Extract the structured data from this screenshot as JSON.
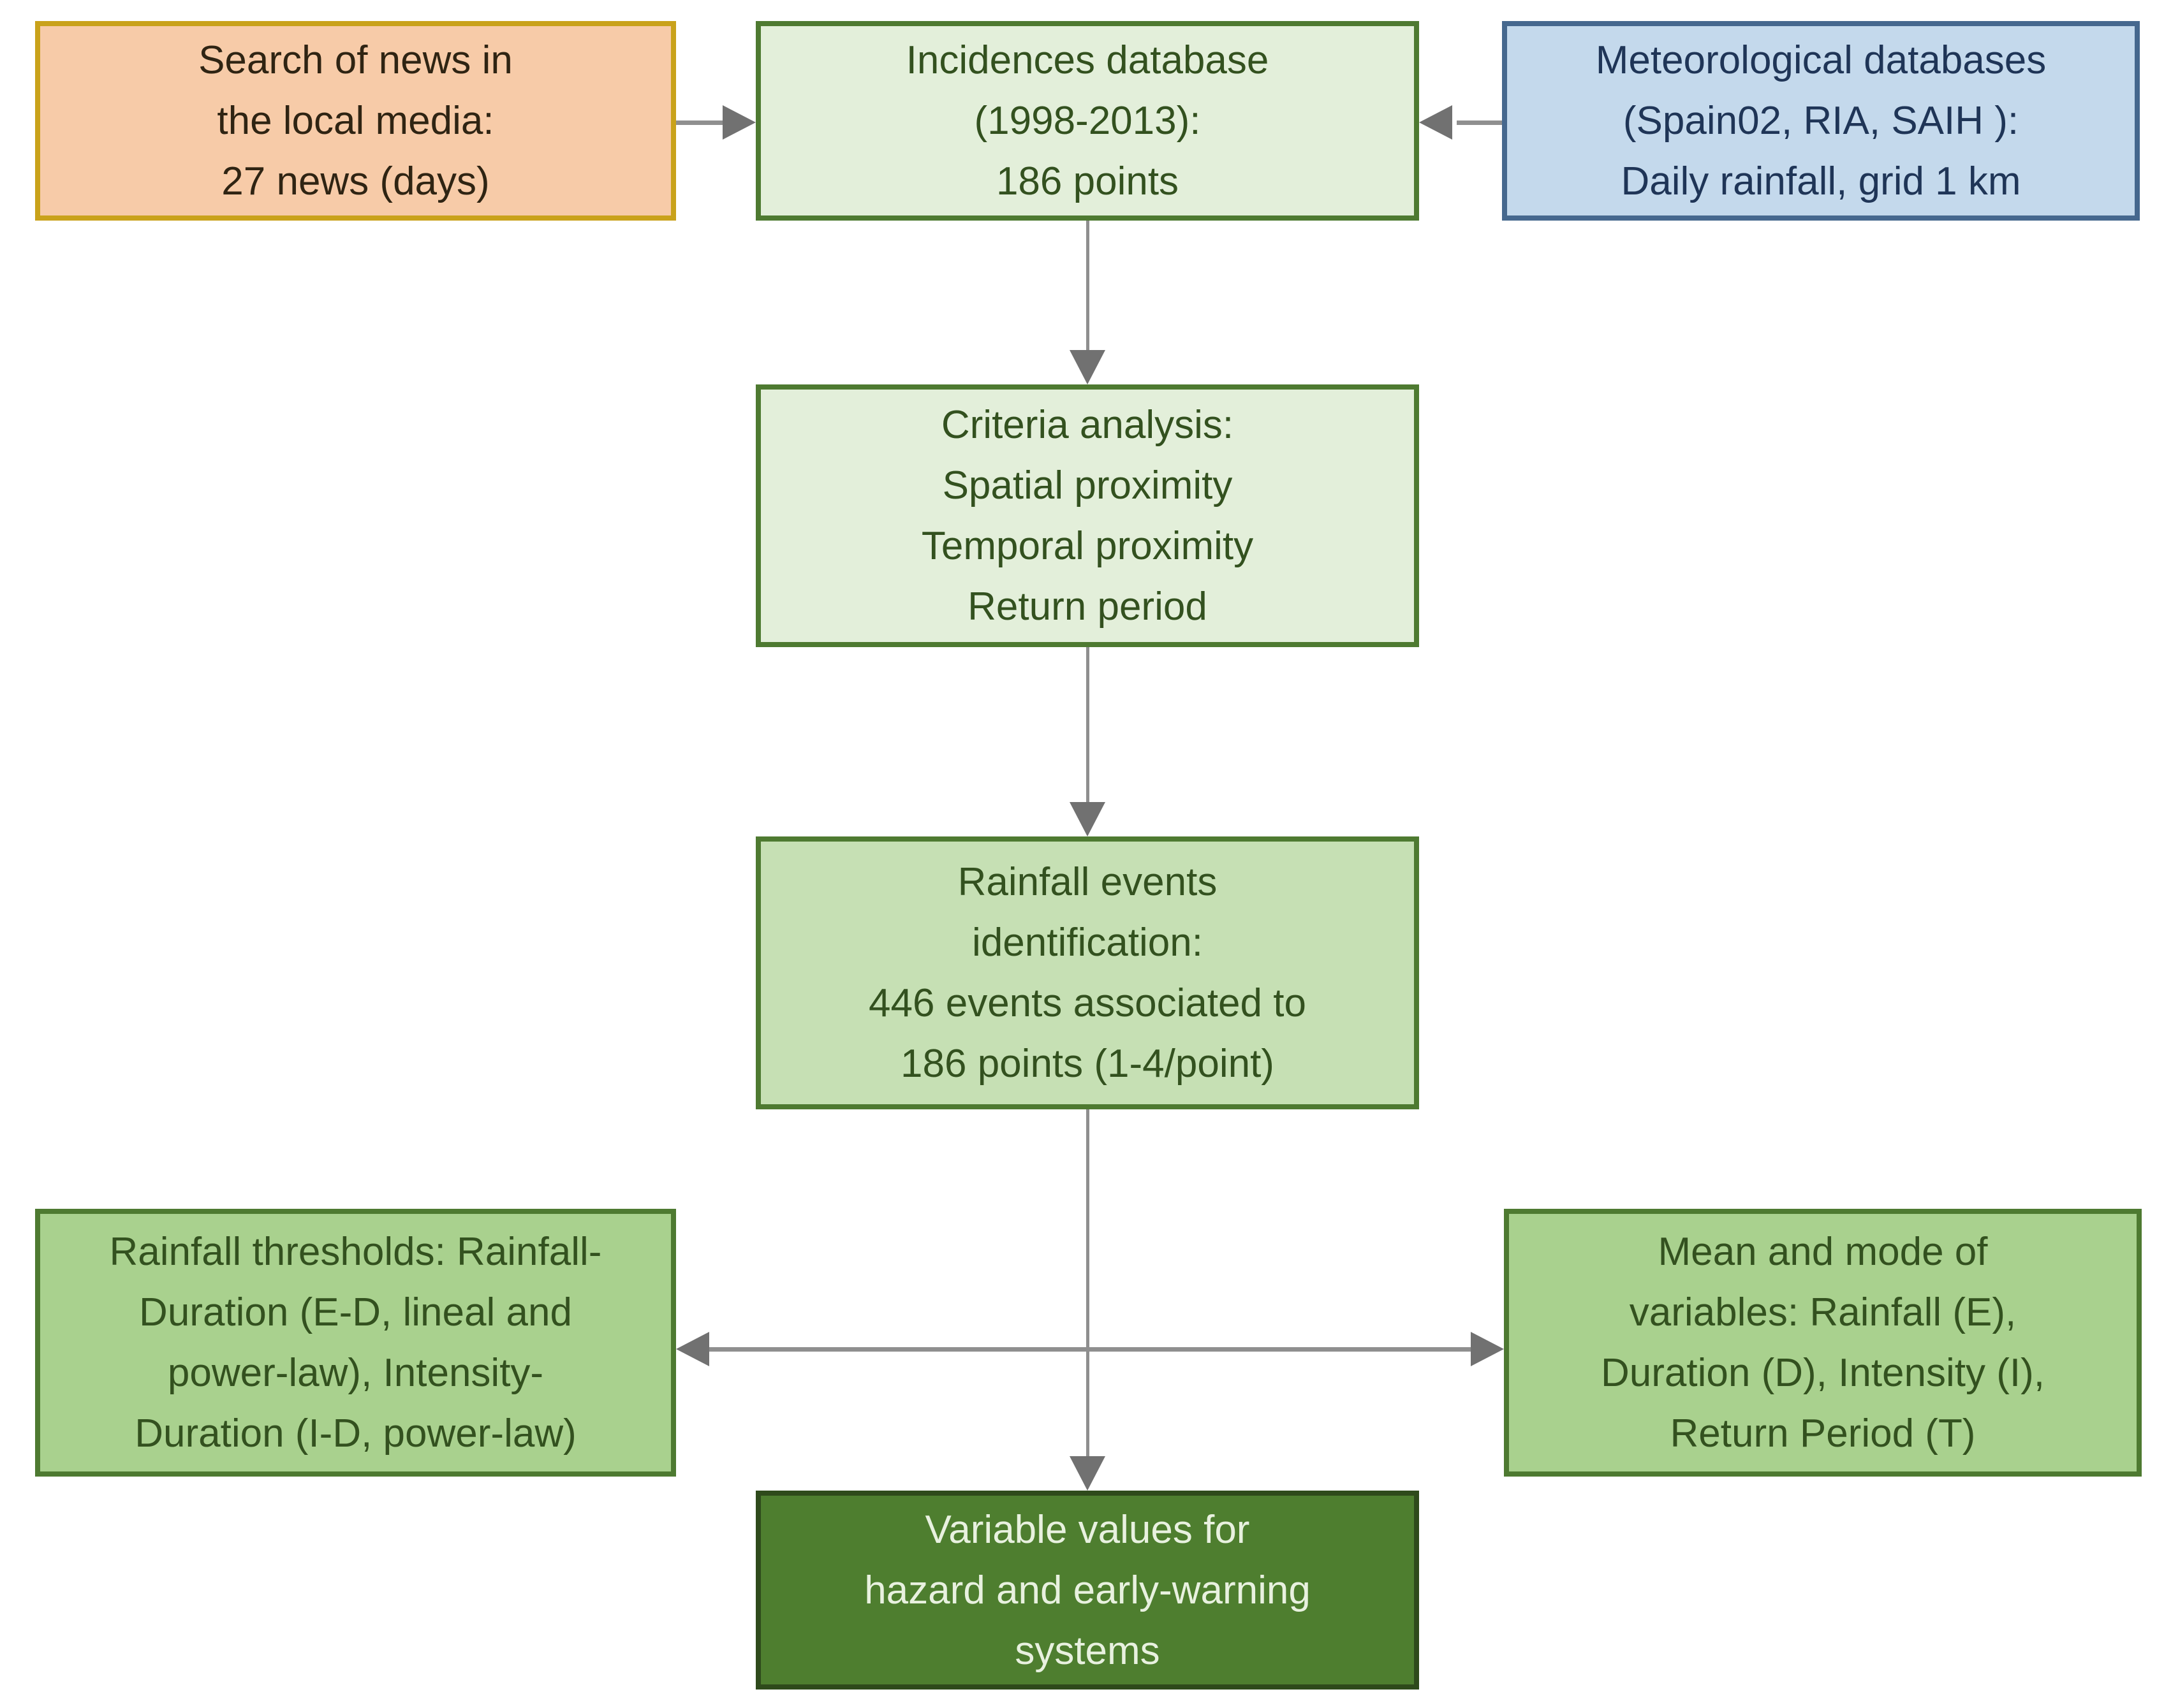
{
  "diagram": {
    "type": "flowchart",
    "background": "#FFFFFF",
    "arrow_color": "#8F8F8F",
    "arrowhead_color": "#717171",
    "nodes": {
      "news_search": {
        "label": "Search of news in\nthe local media:\n27 news (days)",
        "fill": "#F7CBA8",
        "border": "#C9A21B",
        "text_color": "#2F2413"
      },
      "incidences_db": {
        "label": "Incidences database\n(1998-2013):\n186 points",
        "fill": "#E3EFDA",
        "border": "#4E7A31",
        "text_color": "#33511F"
      },
      "meteo_db": {
        "label": "Meteorological databases\n(Spain02, RIA, SAIH ):\nDaily rainfall, grid 1 km",
        "fill": "#C4D9EC",
        "border": "#46688E",
        "text_color": "#1F3557"
      },
      "criteria": {
        "label": "Criteria analysis:\nSpatial proximity\nTemporal proximity\nReturn period",
        "fill": "#E3EFDA",
        "border": "#4E7A31",
        "text_color": "#33511F"
      },
      "rainfall_events": {
        "label": "Rainfall events\nidentification:\n446 events associated to\n186 points (1-4/point)",
        "fill": "#C6E0B4",
        "border": "#4E7A31",
        "text_color": "#33511F"
      },
      "thresholds": {
        "label": "Rainfall thresholds: Rainfall-\nDuration (E-D, lineal and\npower-law), Intensity-\nDuration (I-D, power-law)",
        "fill": "#A9D18E",
        "border": "#4E7A31",
        "text_color": "#33511F"
      },
      "mean_mode": {
        "label": "Mean and mode of\nvariables: Rainfall (E),\nDuration (D), Intensity (I),\nReturn Period (T)",
        "fill": "#A9D18E",
        "border": "#4E7A31",
        "text_color": "#33511F"
      },
      "variable_values": {
        "label": "Variable values for\nhazard and early-warning\nsystems",
        "fill": "#4E7E2F",
        "border": "#2E4A1B",
        "text_color": "#E8F1DF"
      }
    },
    "edges": [
      {
        "from": "news_search",
        "to": "incidences_db",
        "direction": "right"
      },
      {
        "from": "meteo_db",
        "to": "incidences_db",
        "direction": "left"
      },
      {
        "from": "incidences_db",
        "to": "criteria",
        "direction": "down"
      },
      {
        "from": "criteria",
        "to": "rainfall_events",
        "direction": "down"
      },
      {
        "from": "rainfall_events",
        "to": "thresholds",
        "direction": "left"
      },
      {
        "from": "rainfall_events",
        "to": "mean_mode",
        "direction": "right"
      },
      {
        "from": "rainfall_events",
        "to": "variable_values",
        "direction": "down"
      }
    ]
  }
}
